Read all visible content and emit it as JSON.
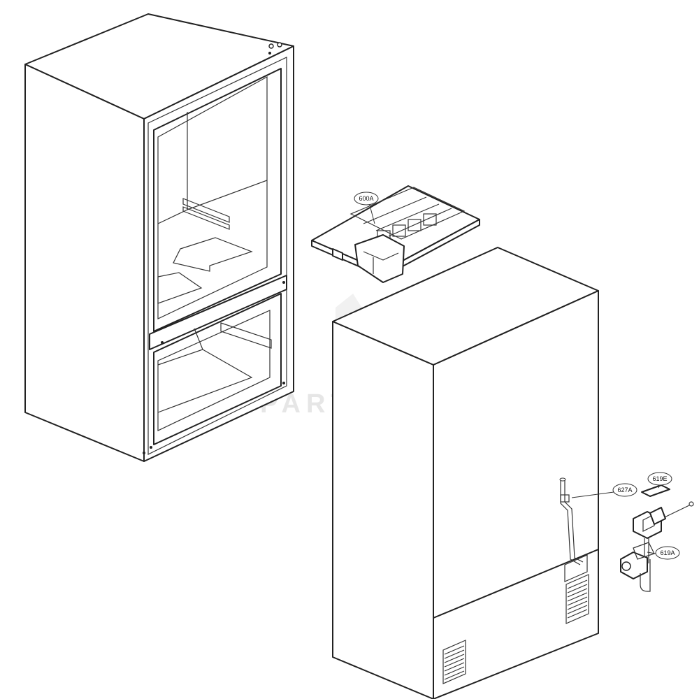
{
  "diagram": {
    "watermark": "PARTSVENTURE",
    "callouts": [
      {
        "id": "600A",
        "label": "600A"
      },
      {
        "id": "627A",
        "label": "627A"
      },
      {
        "id": "619E",
        "label": "619E"
      },
      {
        "id": "619A",
        "label": "619A"
      }
    ]
  }
}
